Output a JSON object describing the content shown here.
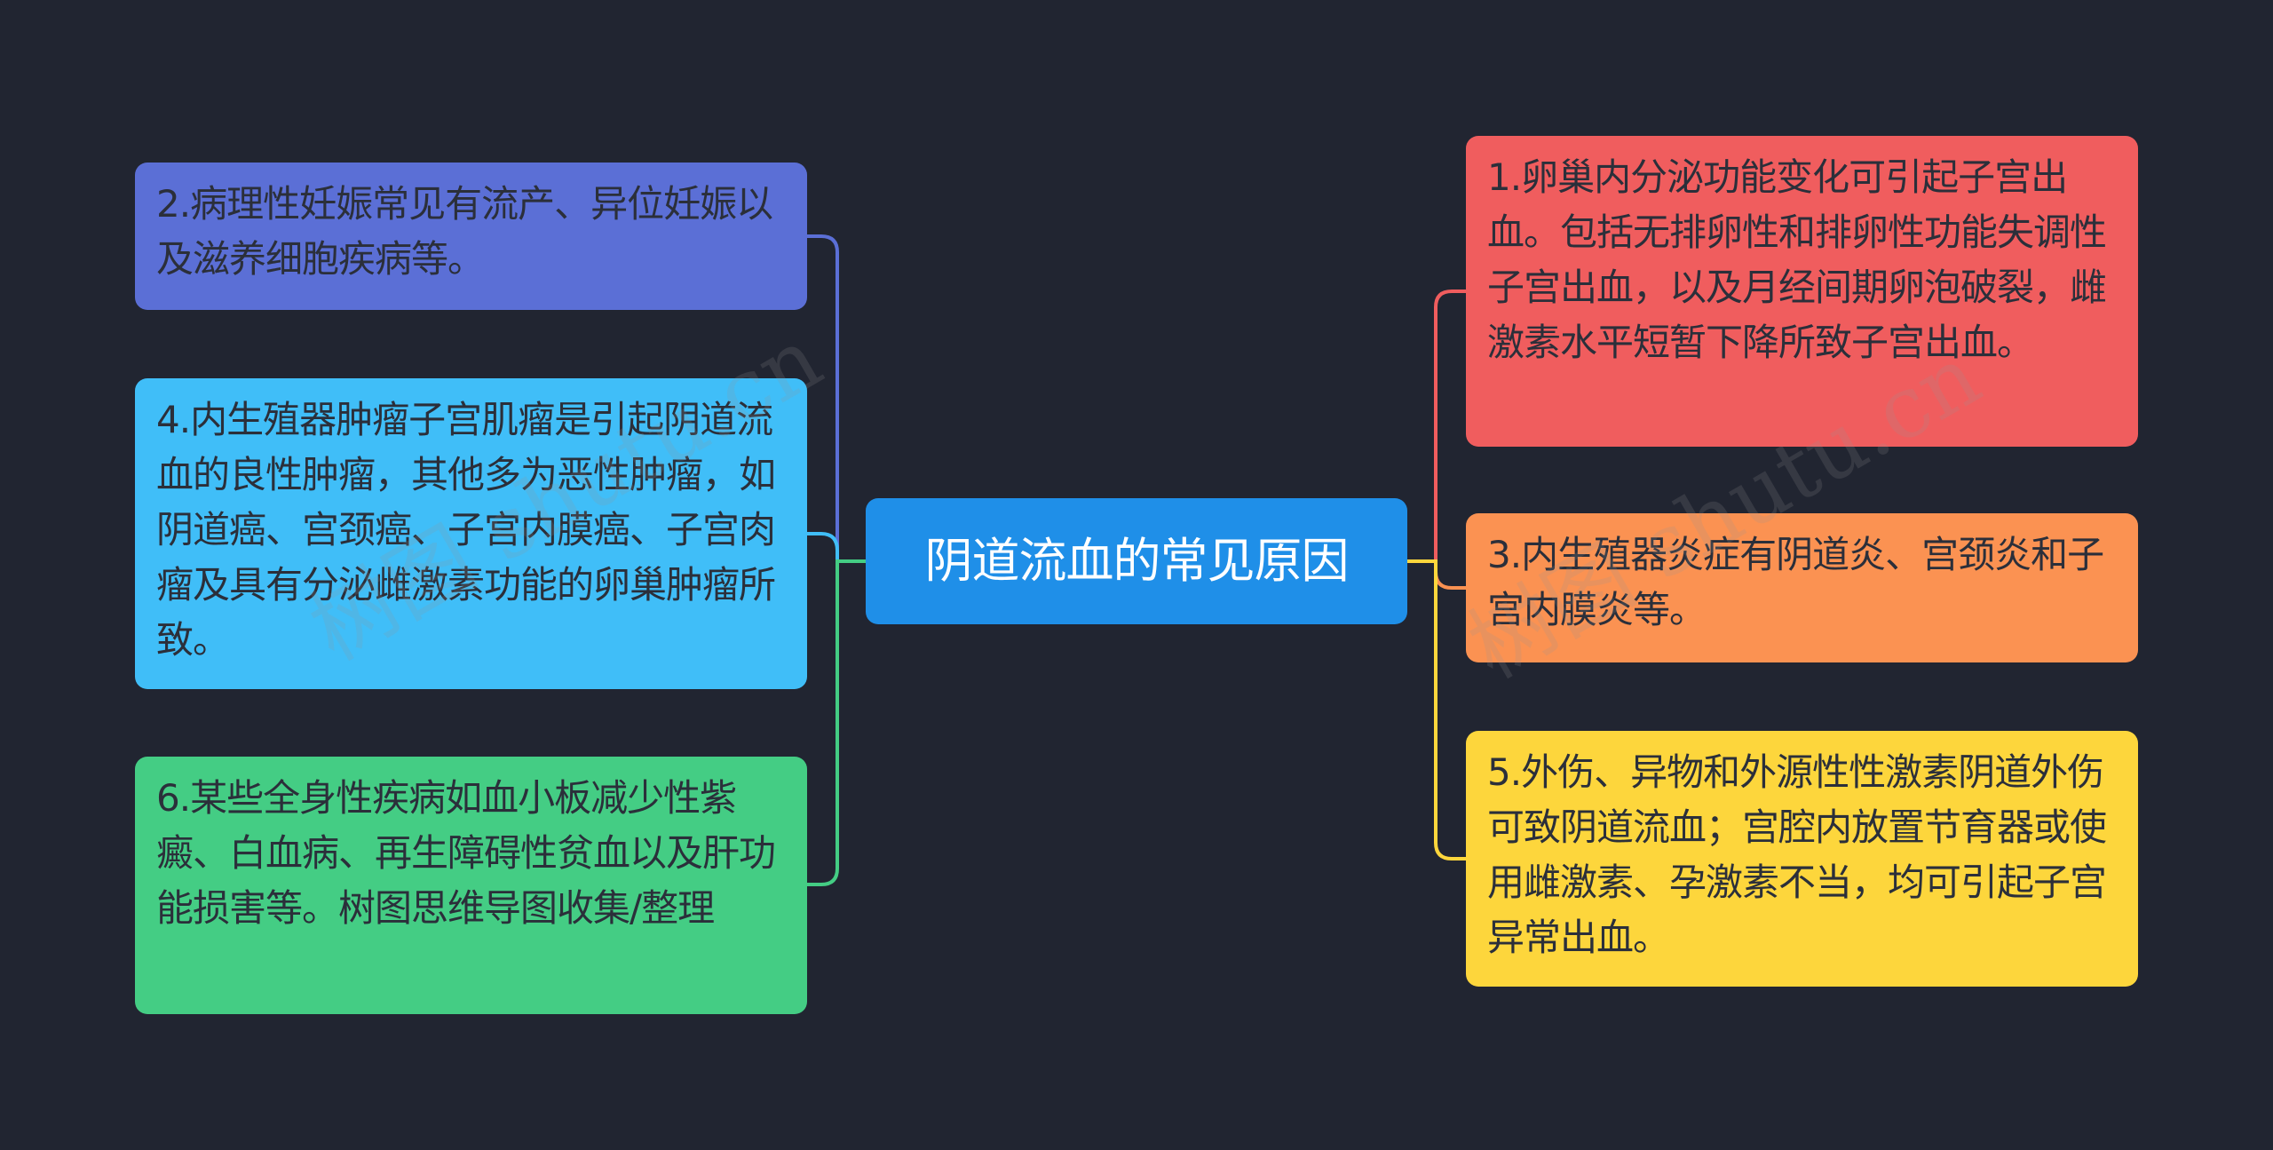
{
  "central": {
    "label": "阴道流血的常见原因",
    "color": "#1f8fe8"
  },
  "left_nodes": [
    {
      "id": "n2",
      "text": "2.病理性妊娠常见有流产、异位妊娠以及滋养细胞疾病等。",
      "color": "#5b6fd6"
    },
    {
      "id": "n4",
      "text": "4.内生殖器肿瘤子宫肌瘤是引起阴道流血的良性肿瘤，其他多为恶性肿瘤，如阴道癌、宫颈癌、子宫内膜癌、子宫肉瘤及具有分泌雌激素功能的卵巢肿瘤所致。",
      "color": "#40bef8"
    },
    {
      "id": "n6",
      "text": "6.某些全身性疾病如血小板减少性紫癜、白血病、再生障碍性贫血以及肝功能损害等。树图思维导图收集/整理",
      "color": "#44cd84"
    }
  ],
  "right_nodes": [
    {
      "id": "n1",
      "text": "1.卵巢内分泌功能变化可引起子宫出血。包括无排卵性和排卵性功能失调性子宫出血，以及月经间期卵泡破裂，雌激素水平短暂下降所致子宫出血。",
      "color": "#f05d5e"
    },
    {
      "id": "n3",
      "text": "3.内生殖器炎症有阴道炎、宫颈炎和子宫内膜炎等。",
      "color": "#fb9252"
    },
    {
      "id": "n5",
      "text": "5.外伤、异物和外源性性激素阴道外伤可致阴道流血；宫腔内放置节育器或使用雌激素、孕激素不当，均可引起子宫异常出血。",
      "color": "#fdd63c"
    }
  ],
  "watermark": {
    "left": "树图 shutu.cn",
    "right": "树图 shutu.cn"
  },
  "background_color": "#212531"
}
